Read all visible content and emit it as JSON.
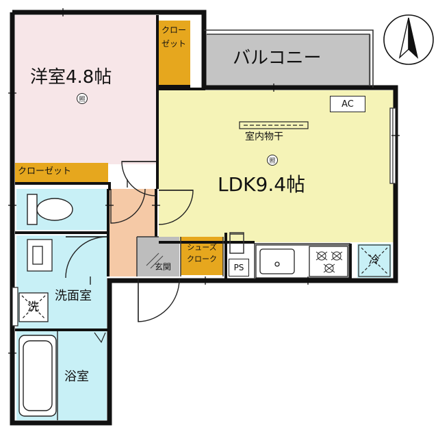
{
  "rooms": {
    "western_room": {
      "name": "洋室4.8帖",
      "lamp": "照"
    },
    "balcony": {
      "name": "バルコニー"
    },
    "ldk": {
      "name": "LDK9.4帖",
      "lamp": "照",
      "drying": "室内物干",
      "ac": "AC"
    },
    "closet_top": {
      "line1": "クロー",
      "line2": "ゼット"
    },
    "closet_bottom": {
      "name": "クローゼット"
    },
    "shoe_cloak": {
      "line1": "シューズ",
      "line2": "クローク"
    },
    "entrance": {
      "name": "玄関"
    },
    "pipe_space": {
      "name": "PS"
    },
    "washroom": {
      "name": "洗面室",
      "washer": "洗"
    },
    "bathroom": {
      "name": "浴室"
    },
    "fridge": {
      "name": "冷"
    }
  },
  "compass": {
    "direction": "N",
    "icon": "north-arrow-icon"
  },
  "colors": {
    "western_room_fill": "#f7e6e8",
    "ldk_fill": "#f5f3b7",
    "closet_fill": "#e6a71e",
    "balcony_fill": "#c4c4c4",
    "wet_area_fill": "#c8f0f6",
    "hall_fill": "#f5c9a6",
    "entrance_fill": "#bdbdbd",
    "wall": "#111111"
  }
}
